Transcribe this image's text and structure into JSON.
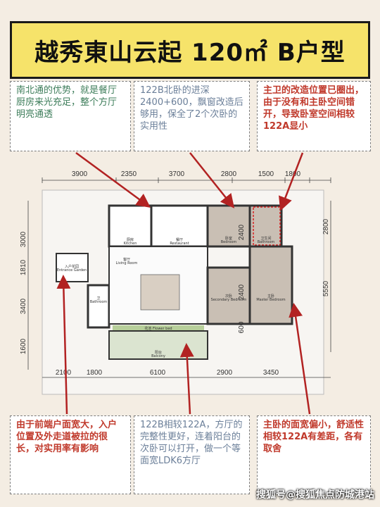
{
  "title": "越秀東山云起 120㎡ B户型",
  "notes": {
    "top_left": "南北通的优势，就是餐厅厨房来光充足，整个方厅明亮通透",
    "top_mid": "122B北卧的进深2400+600，飘窗改造后够用，保全了2个次卧的实用性",
    "top_right": "主卫的改造位置已圈出，由于没有和主卧空间错开，导致卧室空间相较122A显小",
    "bottom_left": "由于前端户面宽大，入户位置及外走道被拉的很长，对实用率有影响",
    "bottom_mid": "122B相较122A，方厅的完整性更好，连着阳台的次卧可以打开，做一个等面宽LDK6方厅",
    "bottom_right": "主卧的面宽偏小，舒适性相较122A有差距，各有取舍"
  },
  "dimensions": {
    "top": [
      "3900",
      "2350",
      "3700",
      "2800",
      "1500",
      "1800"
    ],
    "bottom": [
      "2100",
      "1800",
      "6100",
      "2900",
      "3450"
    ],
    "left": [
      "3000",
      "1810",
      "3400",
      "1600"
    ],
    "right": [
      "2800",
      "5550"
    ],
    "inner": [
      "2400",
      "2400",
      "600"
    ]
  },
  "rooms": {
    "kitchen": "厨房",
    "kitchen_en": "Kitchen",
    "dining": "餐厅",
    "dining_en": "Restaurant",
    "entrance": "入户花园",
    "entrance_en": "Entrance Garden",
    "bedroom1": "卧室",
    "bedroom1_en": "Bedroom",
    "bedroom2": "次卧",
    "bedroom2_en": "Secondary Bedroom",
    "bathroom": "卫生间",
    "bathroom_en": "Bathroom",
    "hall": "客厅",
    "hall_en": "Living Room",
    "master": "主卧",
    "master_en": "Master Bedroom",
    "flower_bed": "花池 Flower bed",
    "balcony": "阳台",
    "balcony_en": "Balcony",
    "small_bath": "卫",
    "small_bath_en": "Bathroom"
  },
  "watermark": "搜狐号@搜狐焦点防城港站",
  "colors": {
    "title_bg": "#f6e36a",
    "note_red": "#c0392b",
    "note_green": "#3d7d5a",
    "arrow": "#b22222"
  }
}
